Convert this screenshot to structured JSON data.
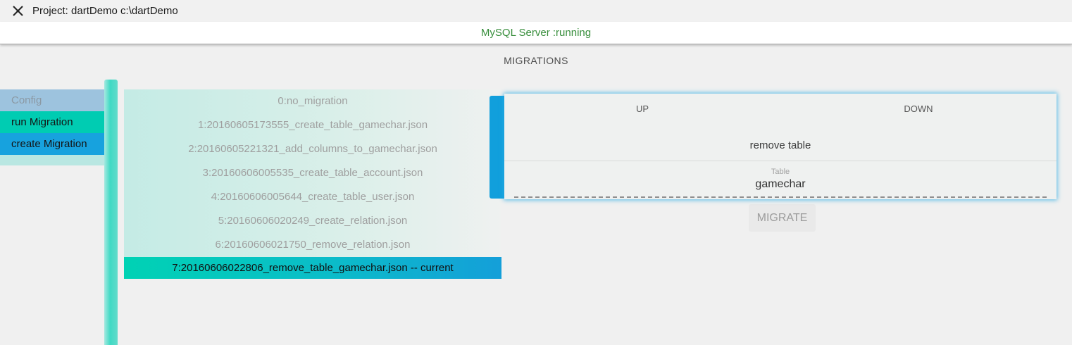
{
  "window": {
    "title": "Project: dartDemo c:\\dartDemo"
  },
  "status_bar": {
    "text": "MySQL Server :running"
  },
  "page": {
    "heading": "MIGRATIONS"
  },
  "sidebar": {
    "items": [
      {
        "label": "Config",
        "state": "disabled"
      },
      {
        "label": "run Migration",
        "state": "active"
      },
      {
        "label": "create Migration",
        "state": "normal"
      }
    ]
  },
  "migrations": {
    "items": [
      "0:no_migration",
      "1:20160605173555_create_table_gamechar.json",
      "2:20160605221321_add_columns_to_gamechar.json",
      "3:20160606005535_create_table_account.json",
      "4:20160606005644_create_table_user.json",
      "5:20160606020249_create_relation.json",
      "6:20160606021750_remove_relation.json"
    ],
    "current": "7:20160606022806_remove_table_gamechar.json -- current"
  },
  "detail": {
    "tab_up": "UP",
    "tab_down": "DOWN",
    "action": "remove table",
    "field_label": "Table",
    "field_value": "gamechar",
    "migrate_label": "MIGRATE"
  },
  "colors": {
    "accent_teal": "#00ccb2",
    "accent_blue": "#17a2de",
    "status_green": "#388e3c",
    "sidebar_disabled_blue": "#9dc3de",
    "list_gradient_start": "#c4ebe5",
    "divider_bar_teal": "#4fd8c6"
  }
}
